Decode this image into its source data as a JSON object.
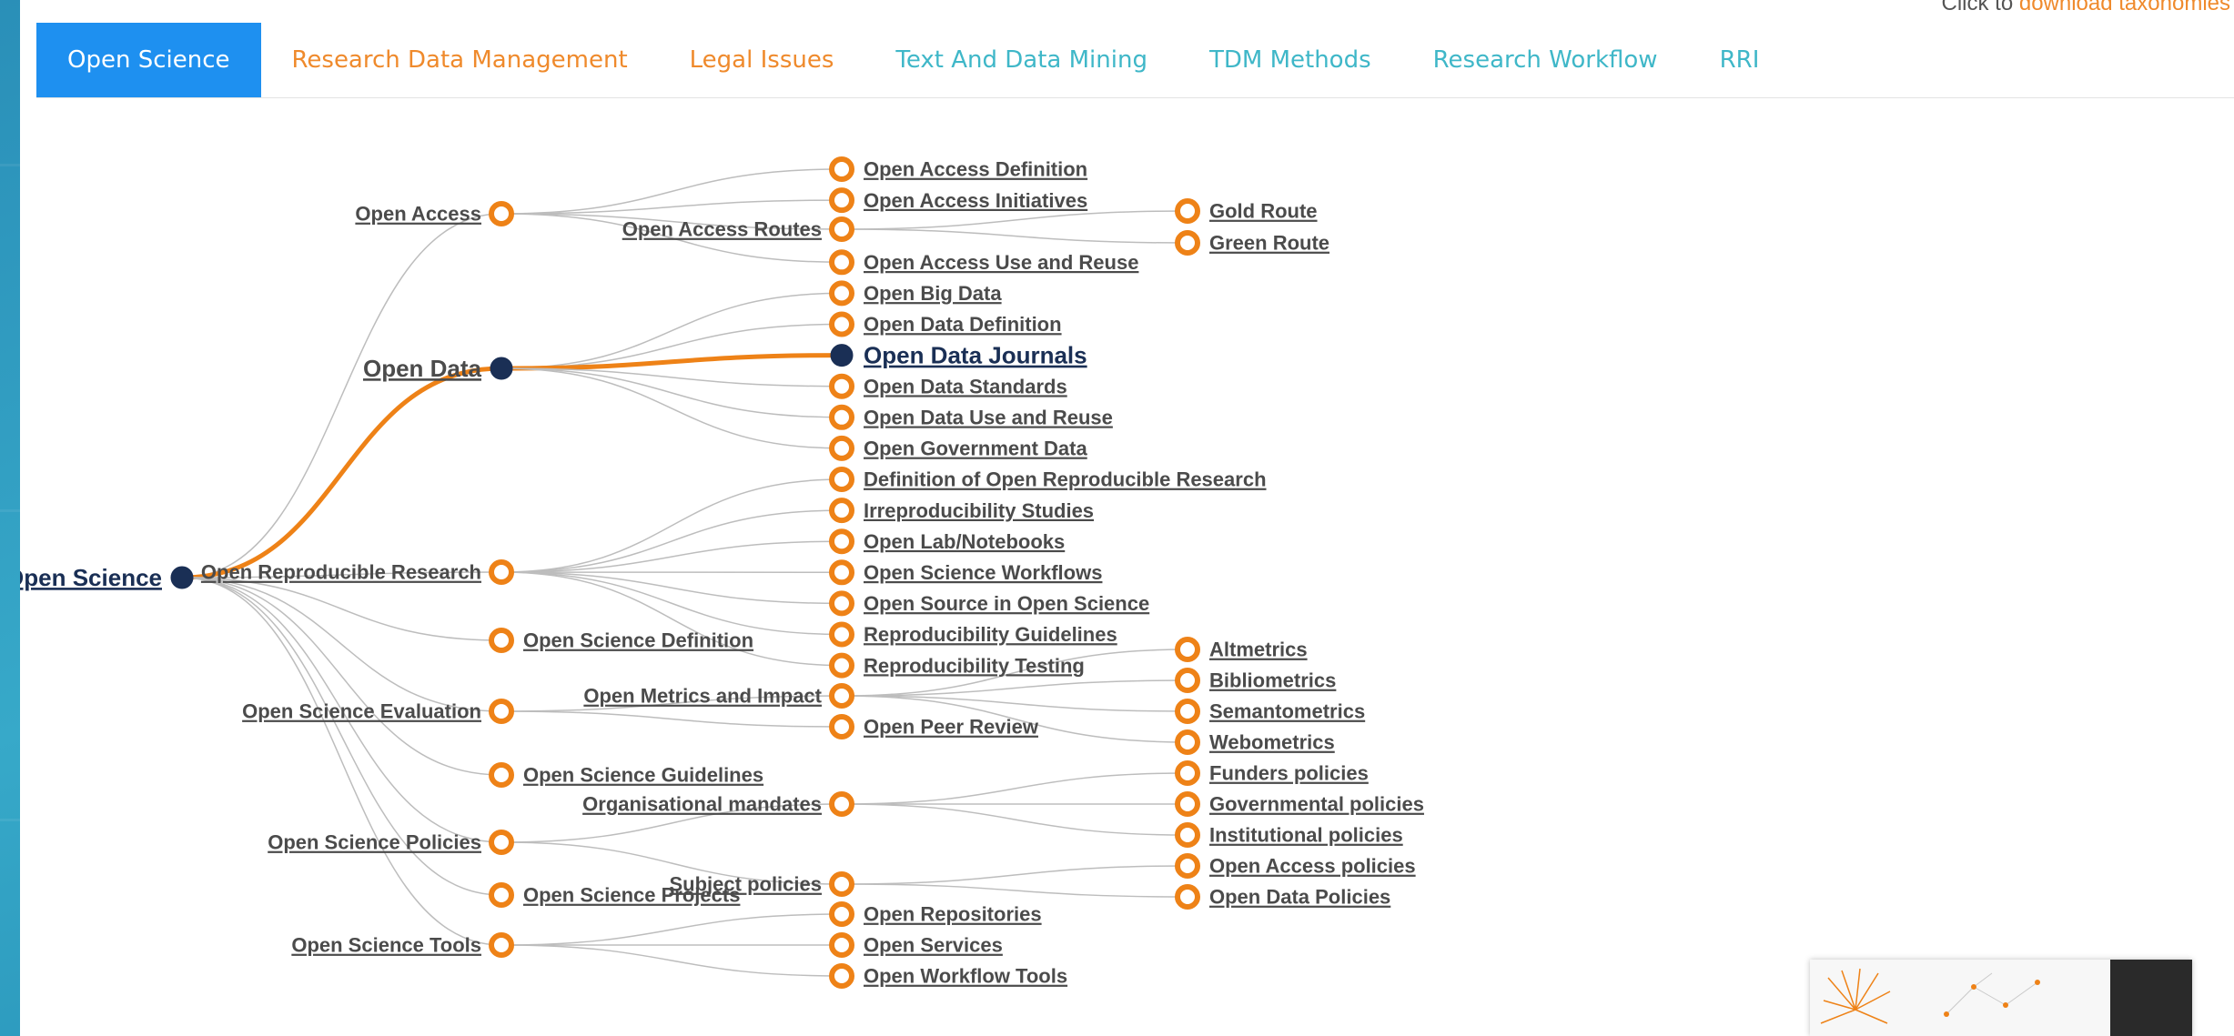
{
  "header": {
    "download_prefix": "Click to",
    "download_link": "download taxonomies"
  },
  "tabs": [
    {
      "label": "Open Science",
      "active": true,
      "color": "#ffffff"
    },
    {
      "label": "Research Data Management",
      "color": "#ef8a2c"
    },
    {
      "label": "Legal Issues",
      "color": "#ef8a2c"
    },
    {
      "label": "Text And Data Mining",
      "color": "#3fb7c8"
    },
    {
      "label": "TDM Methods",
      "color": "#3fb7c8"
    },
    {
      "label": "Research Workflow",
      "color": "#3fb7c8"
    },
    {
      "label": "RRI",
      "color": "#3fb7c8"
    }
  ],
  "colors": {
    "accent_blue": "#1e90f0",
    "accent_orange": "#ee8217",
    "node_dark": "#1a2f55",
    "link_gray": "#bdbdbd"
  },
  "tree": {
    "root": "Open Science",
    "selected_path": [
      "Open Science",
      "Open Data",
      "Open Data Journals"
    ],
    "level1": [
      "Open Access",
      "Open Data",
      "Open Reproducible Research",
      "Open Science Definition",
      "Open Science Evaluation",
      "Open Science Guidelines",
      "Open Science Policies",
      "Open Science Projects",
      "Open Science Tools"
    ],
    "children": {
      "Open Access": [
        "Open Access Definition",
        "Open Access Initiatives",
        "Open Access Routes",
        "Open Access Use and Reuse"
      ],
      "Open Access Routes": [
        "Gold Route",
        "Green Route"
      ],
      "Open Data": [
        "Open Big Data",
        "Open Data Definition",
        "Open Data Journals",
        "Open Data Standards",
        "Open Data Use and Reuse",
        "Open Government Data"
      ],
      "Open Reproducible Research": [
        "Definition of Open Reproducible Research",
        "Irreproducibility Studies",
        "Open Lab/Notebooks",
        "Open Science Workflows",
        "Open Source in Open Science",
        "Reproducibility Guidelines",
        "Reproducibility Testing"
      ],
      "Open Science Evaluation": [
        "Open Metrics and Impact",
        "Open Peer Review"
      ],
      "Open Metrics and Impact": [
        "Altmetrics",
        "Bibliometrics",
        "Semantometrics",
        "Webometrics"
      ],
      "Open Science Policies": [
        "Organisational mandates",
        "Subject policies"
      ],
      "Organisational mandates": [
        "Funders policies",
        "Governmental policies",
        "Institutional policies"
      ],
      "Subject policies": [
        "Open Access policies",
        "Open Data Policies"
      ],
      "Open Science Tools": [
        "Open Repositories",
        "Open Services",
        "Open Workflow Tools"
      ]
    }
  }
}
